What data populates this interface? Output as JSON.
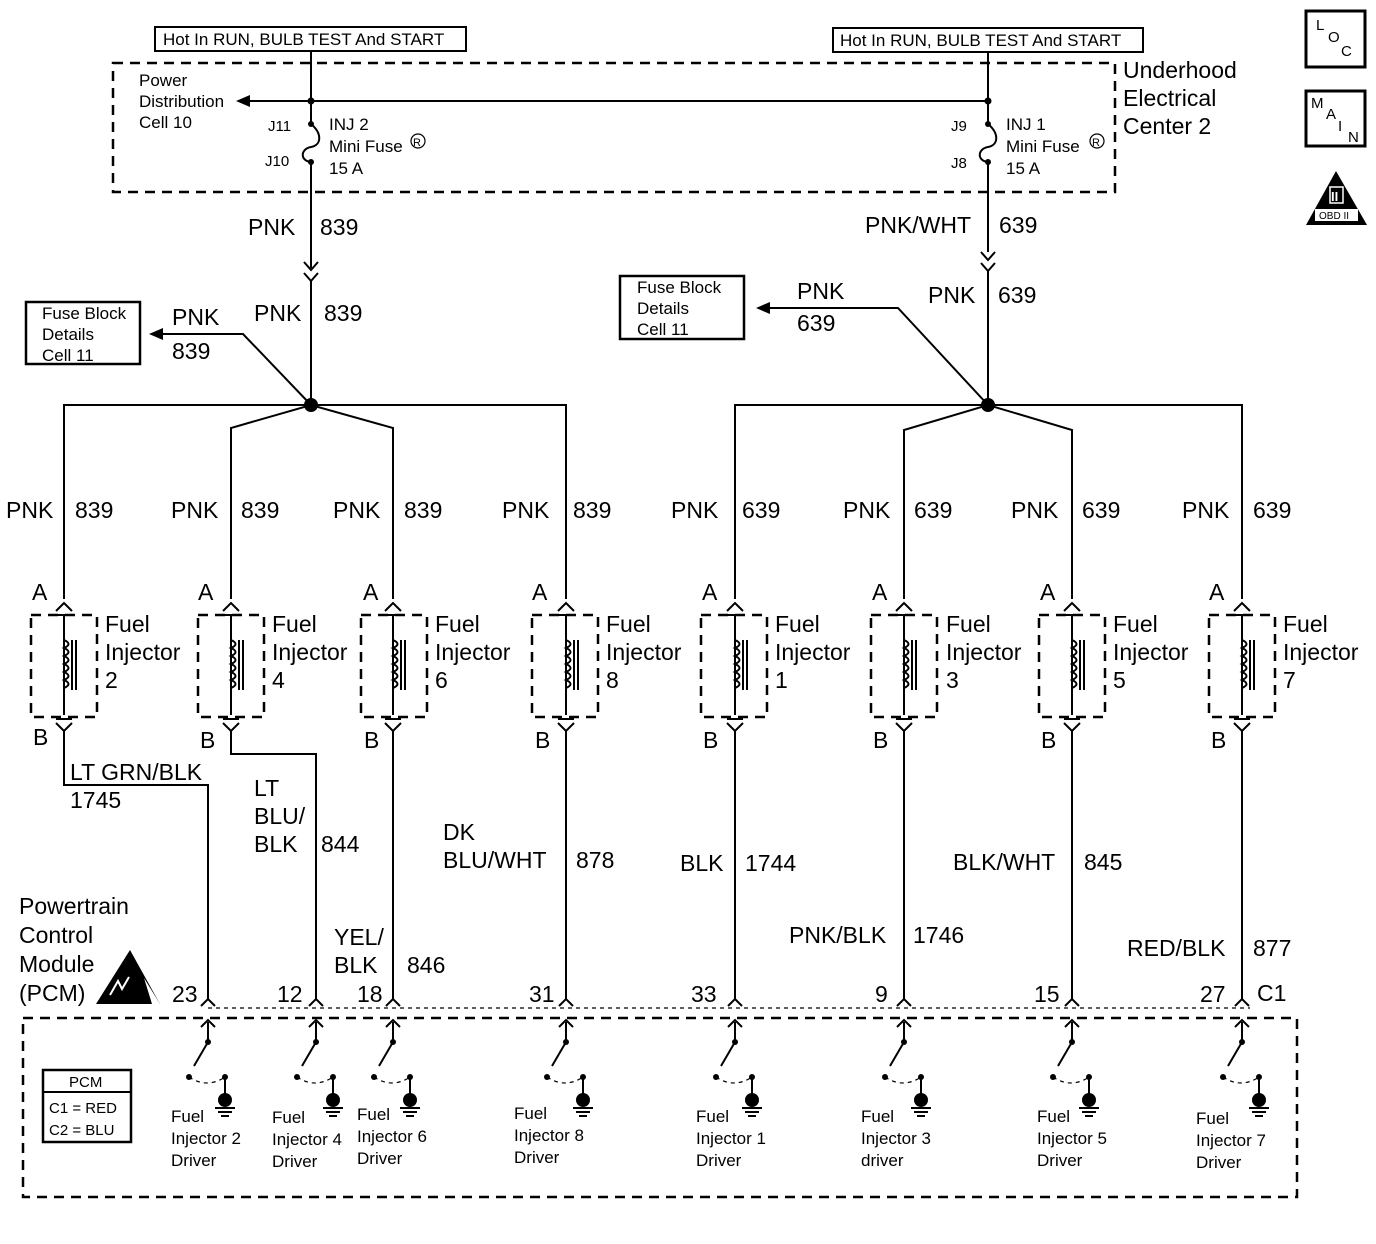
{
  "hot_label": "Hot In RUN, BULB TEST And START",
  "underhood": {
    "line1": "Underhood",
    "line2": "Electrical",
    "line3": "Center  2"
  },
  "power_dist": {
    "line1": "Power",
    "line2": "Distribution",
    "line3": "Cell 10"
  },
  "fuse_left": {
    "top_pin": "J11",
    "bottom_pin": "J10",
    "name": "INJ 2",
    "type": "Mini Fuse",
    "rating": "15 A"
  },
  "fuse_right": {
    "top_pin": "J9",
    "bottom_pin": "J8",
    "name": "INJ 1",
    "type": "Mini Fuse",
    "rating": "15 A"
  },
  "registered": "R",
  "fuse_block": {
    "line1": "Fuse Block",
    "line2": "Details",
    "line3": "Cell 11"
  },
  "badges": {
    "loc": [
      "L",
      "O",
      "C"
    ],
    "main": [
      "M",
      "A",
      "I",
      "N"
    ],
    "obd_top": "II",
    "obd_bottom": "OBD II"
  },
  "wires": {
    "pnk": "PNK",
    "pnk_wht": "PNK/WHT",
    "c839": "839",
    "c639": "639"
  },
  "injector_word1": "Fuel",
  "injector_word2": "Injector",
  "pin_a": "A",
  "pin_b": "B",
  "injectors": [
    {
      "num": "2",
      "circuit": "839",
      "color": "PNK"
    },
    {
      "num": "4",
      "circuit": "839",
      "color": "PNK"
    },
    {
      "num": "6",
      "circuit": "839",
      "color": "PNK"
    },
    {
      "num": "8",
      "circuit": "839",
      "color": "PNK"
    },
    {
      "num": "1",
      "circuit": "639",
      "color": "PNK"
    },
    {
      "num": "3",
      "circuit": "639",
      "color": "PNK"
    },
    {
      "num": "5",
      "circuit": "639",
      "color": "PNK"
    },
    {
      "num": "7",
      "circuit": "639",
      "color": "PNK"
    }
  ],
  "return_wires": [
    {
      "lines": [
        "LT GRN/BLK"
      ],
      "circuit": "1745"
    },
    {
      "lines": [
        "LT",
        "BLU/",
        "BLK"
      ],
      "circuit": "844"
    },
    {
      "lines": [
        "YEL/",
        "BLK"
      ],
      "circuit": "846"
    },
    {
      "lines": [
        "DK",
        "BLU/WHT"
      ],
      "circuit": "878"
    },
    {
      "lines": [
        "BLK"
      ],
      "circuit": "1744"
    },
    {
      "lines": [
        "PNK/BLK"
      ],
      "circuit": "1746"
    },
    {
      "lines": [
        "BLK/WHT"
      ],
      "circuit": "845"
    },
    {
      "lines": [
        "RED/BLK"
      ],
      "circuit": "877"
    }
  ],
  "pcm": {
    "title": [
      "Powertrain",
      "Control",
      "Module",
      "(PCM)"
    ],
    "connector": "C1",
    "pins": [
      "23",
      "12",
      "18",
      "31",
      "33",
      "9",
      "15",
      "27"
    ],
    "legend_title": "PCM",
    "legend_c1": "C1 = RED",
    "legend_c2": "C2 = BLU",
    "drivers": [
      {
        "l1": "Fuel",
        "l2": "Injector  2",
        "l3": "Driver"
      },
      {
        "l1": "Fuel",
        "l2": "Injector  4",
        "l3": "Driver"
      },
      {
        "l1": "Fuel",
        "l2": "Injector  6",
        "l3": "Driver"
      },
      {
        "l1": "Fuel",
        "l2": "Injector  8",
        "l3": "Driver"
      },
      {
        "l1": "Fuel",
        "l2": "Injector  1",
        "l3": "Driver"
      },
      {
        "l1": "Fuel",
        "l2": "Injector  3",
        "l3": "driver"
      },
      {
        "l1": "Fuel",
        "l2": "Injector  5",
        "l3": "Driver"
      },
      {
        "l1": "Fuel",
        "l2": "Injector  7",
        "l3": "Driver"
      }
    ]
  }
}
